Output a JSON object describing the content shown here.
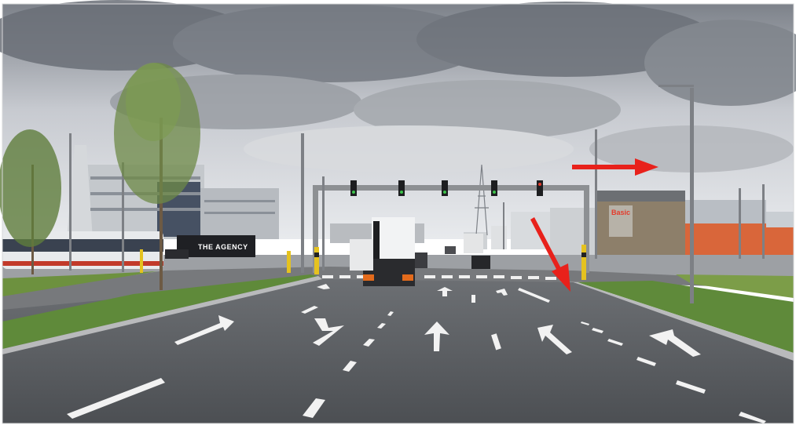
{
  "scene": {
    "description_tags": [
      "street-view",
      "multi-lane-road",
      "intersection",
      "traffic-lights",
      "annotation-arrows"
    ],
    "truck_label": "THE AGENCY",
    "store_label": "Basic",
    "colors": {
      "sky": "#c9ccd1",
      "cloud_dark": "#6f747c",
      "road": "#55585c",
      "lane_marking": "#f2f2f2",
      "grass": "#5f8a3a",
      "annotation_arrow": "#e8211b",
      "building_orange": "#d9663a",
      "traffic_gantry": "#8d9093"
    },
    "annotations": [
      {
        "name": "horizontal-right-arrow",
        "direction": "right"
      },
      {
        "name": "diagonal-down-right-arrow",
        "direction": "down-right"
      }
    ]
  }
}
